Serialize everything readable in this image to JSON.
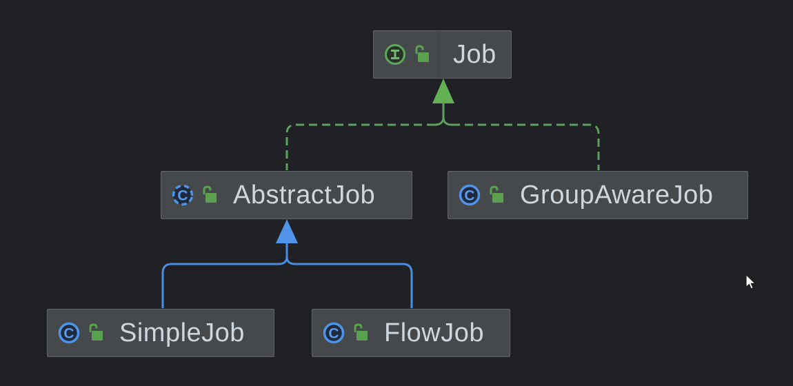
{
  "diagram": {
    "kind": "uml-class-hierarchy",
    "nodes": [
      {
        "id": "job",
        "label": "Job",
        "type": "interface",
        "visibility": "unlocked",
        "icon": "interface-icon"
      },
      {
        "id": "abstractjob",
        "label": "AbstractJob",
        "type": "abstract-class",
        "visibility": "unlocked",
        "icon": "abstract-class-icon"
      },
      {
        "id": "groupawarejob",
        "label": "GroupAwareJob",
        "type": "class",
        "visibility": "unlocked",
        "icon": "class-icon"
      },
      {
        "id": "simplejob",
        "label": "SimpleJob",
        "type": "class",
        "visibility": "unlocked",
        "icon": "class-icon"
      },
      {
        "id": "flowjob",
        "label": "FlowJob",
        "type": "class",
        "visibility": "unlocked",
        "icon": "class-icon"
      }
    ],
    "edges": [
      {
        "from": "AbstractJob",
        "to": "Job",
        "relation": "implements",
        "line": "dashed",
        "color": "#5f9f5f"
      },
      {
        "from": "GroupAwareJob",
        "to": "Job",
        "relation": "implements",
        "line": "dashed",
        "color": "#5f9f5f"
      },
      {
        "from": "SimpleJob",
        "to": "AbstractJob",
        "relation": "extends",
        "line": "solid",
        "color": "#4a8de2"
      },
      {
        "from": "FlowJob",
        "to": "AbstractJob",
        "relation": "extends",
        "line": "solid",
        "color": "#4a8de2"
      }
    ],
    "colors": {
      "background": "#1f2124",
      "node_fill": "#46494b",
      "node_border": "#616567",
      "node_text": "#ced6de",
      "interface_green": "#60a85e",
      "class_blue": "#4f93ea",
      "lock_green": "#5ba14f",
      "implements_edge": "#5f9f5f",
      "implements_arrow": "#63b054",
      "extends_edge": "#4a8de2",
      "extends_arrow": "#4f93ea"
    }
  }
}
